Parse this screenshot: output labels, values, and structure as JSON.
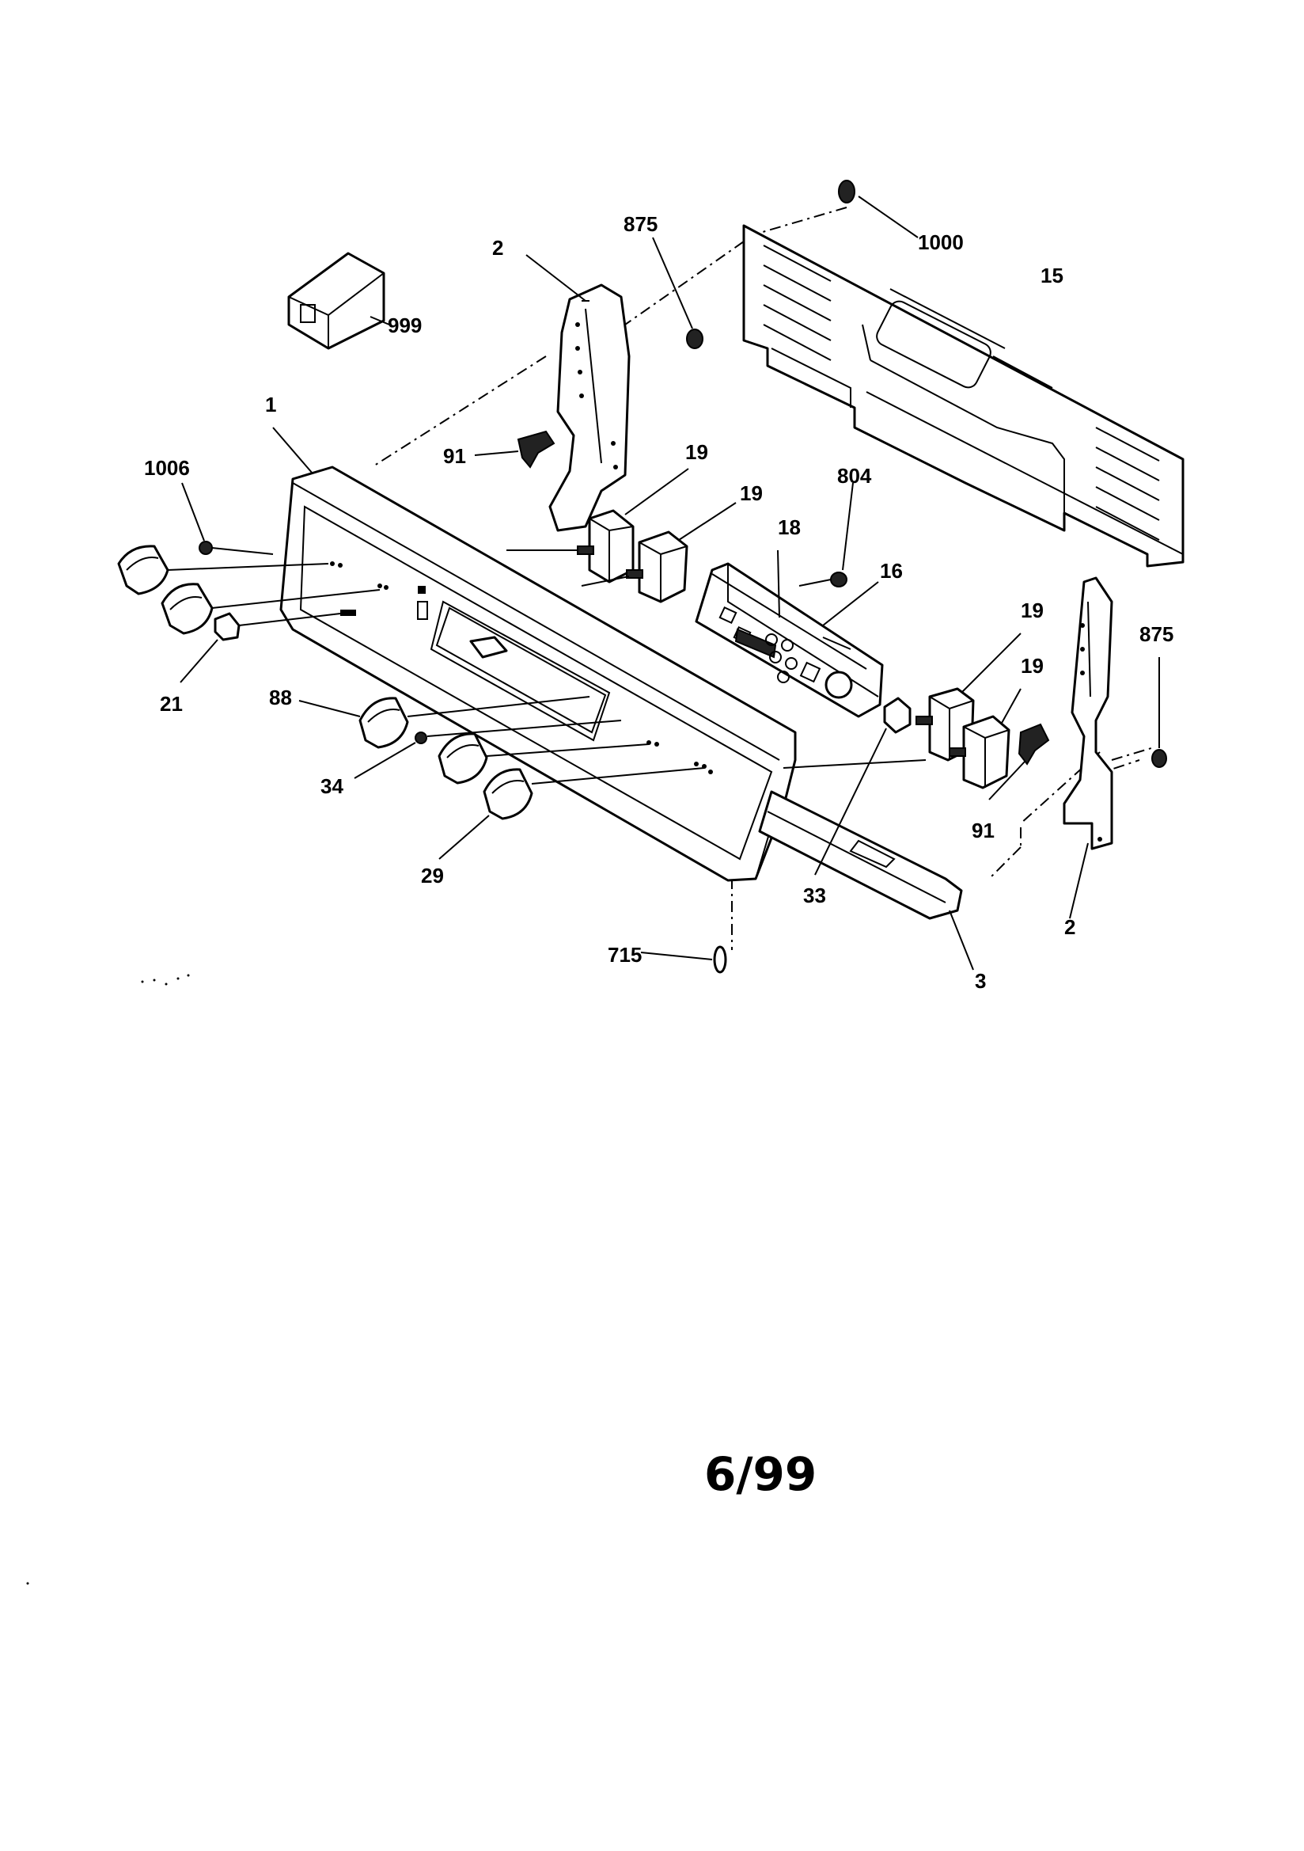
{
  "callouts": {
    "c1": "1",
    "c2a": "2",
    "c2b": "2",
    "c3": "3",
    "c15": "15",
    "c16": "16",
    "c18": "18",
    "c19a": "19",
    "c19b": "19",
    "c19c": "19",
    "c19d": "19",
    "c21": "21",
    "c29": "29",
    "c33": "33",
    "c34": "34",
    "c88": "88",
    "c91a": "91",
    "c91b": "91",
    "c715": "715",
    "c804": "804",
    "c875a": "875",
    "c875b": "875",
    "c999": "999",
    "c1000": "1000",
    "c1006": "1006"
  },
  "footer": {
    "date": "6/99"
  }
}
